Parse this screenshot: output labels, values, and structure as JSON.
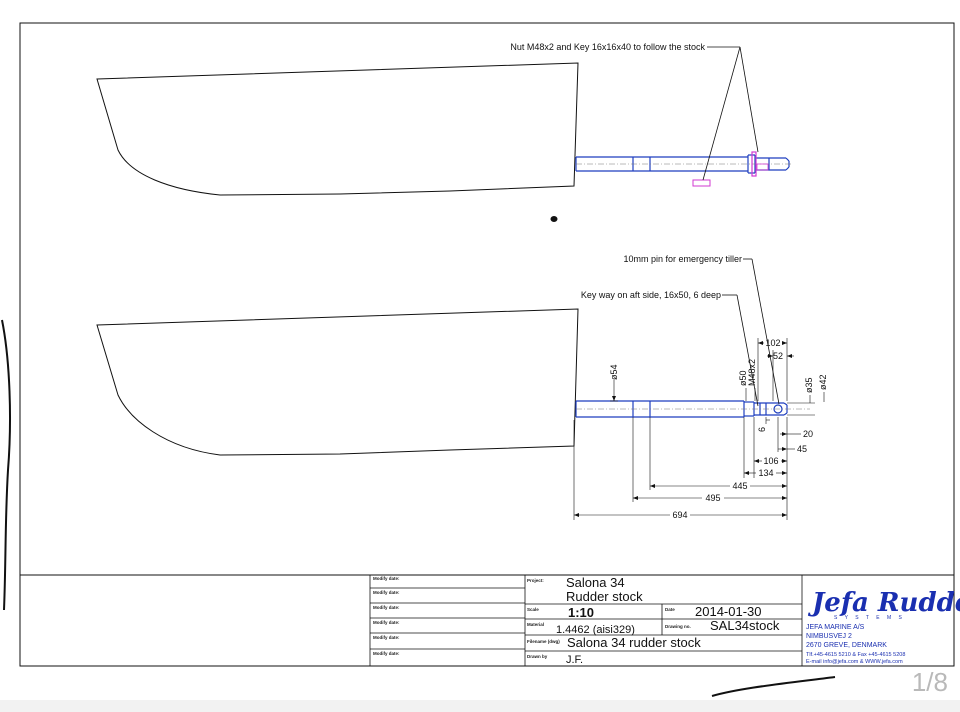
{
  "annotations": {
    "nut_key": "Nut M48x2 and Key 16x16x40 to follow the stock",
    "pin": "10mm pin for emergency tiller",
    "keyway": "Key way on aft side, 16x50, 6 deep"
  },
  "dimensions": {
    "d54": "ø54",
    "d50": "ø50",
    "m48": "M48x2",
    "d35": "ø35",
    "d42": "ø42",
    "l102": "102",
    "l52": "52",
    "l6": "6",
    "l20": "20",
    "l45": "45",
    "l106": "106",
    "l134": "134",
    "l445": "445",
    "l495": "495",
    "l694": "694"
  },
  "title_block": {
    "modify_label": "Modify date:",
    "project_label": "Project:",
    "project_line1": "Salona 34",
    "project_line2": "Rudder stock",
    "scale_label": "Scale",
    "scale_value": "1:10",
    "date_label": "Date",
    "date_value": "2014-01-30",
    "material_label": "Material",
    "material_value": "1.4462 (aisi329)",
    "drawing_no_label": "Drawing no.",
    "drawing_no_value": "SAL34stock",
    "filename_label": "Filename (dwg)",
    "filename_value": "Salona 34 rudder stock",
    "drawn_by_label": "Drawn by",
    "drawn_by_value": "J.F."
  },
  "company": {
    "logo_text": "Jefa Rudder",
    "logo_sub": "S Y S T E M S",
    "line1": "JEFA MARINE A/S",
    "line2": "NIMBUSVEJ 2",
    "line3": "2670 GREVE, DENMARK",
    "line4": "Tlf.+45-4615 5210 & Fax +45-4615 5208",
    "line5": "E-mail info@jefa.com & WWW.jefa.com"
  },
  "page_indicator": "1/8",
  "colors": {
    "stock_blue": "#1f3fbf",
    "key_magenta": "#d23ad2",
    "ink": "#111111"
  }
}
